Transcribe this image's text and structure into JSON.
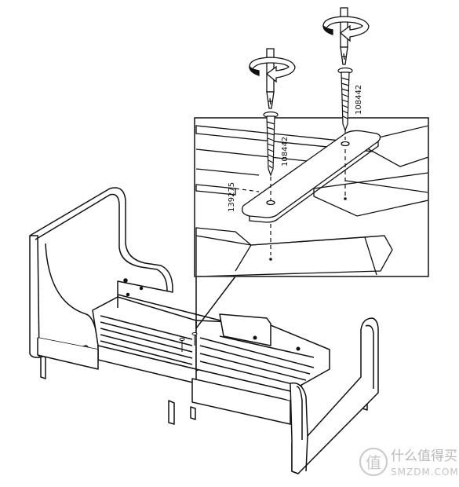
{
  "instruction": {
    "part_numbers": {
      "screw_left": "108442",
      "screw_right": "108442",
      "plate": "139275"
    }
  },
  "watermark": {
    "name": "什么值得买",
    "url": "SMZDM.COM"
  }
}
